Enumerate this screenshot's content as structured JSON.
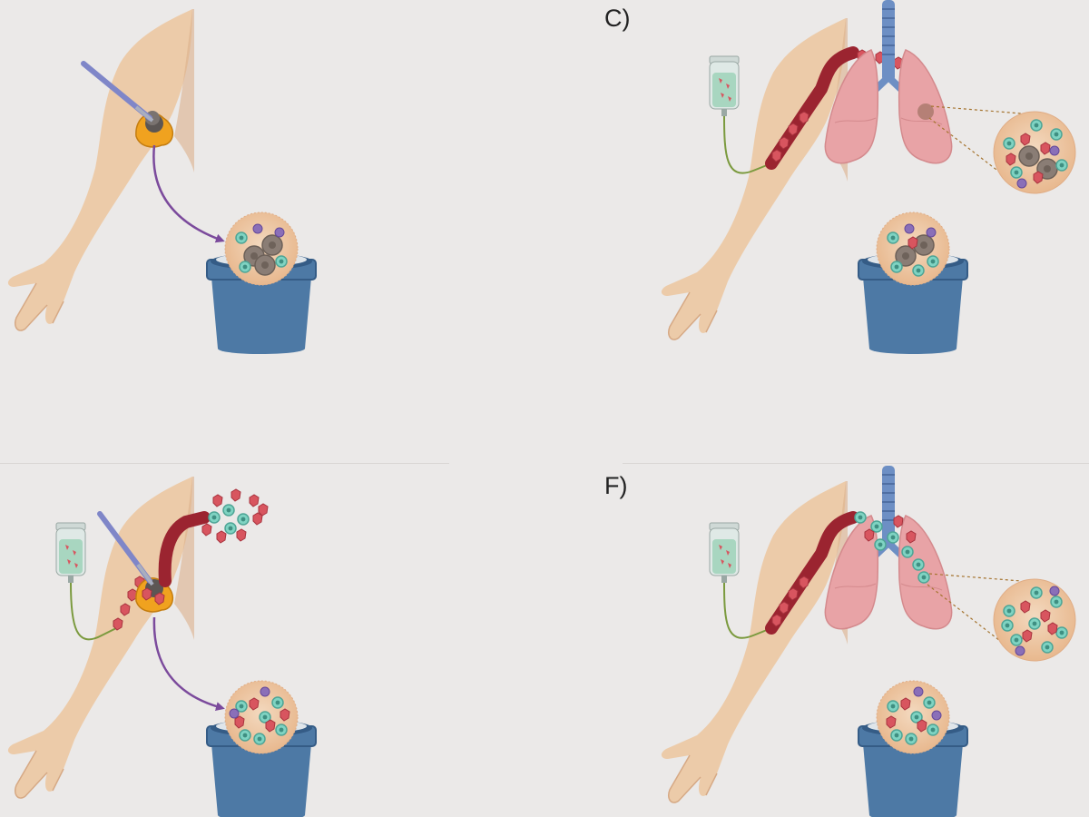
{
  "panels": {
    "c": {
      "label": "C)"
    },
    "f": {
      "label": "F)"
    }
  },
  "colors": {
    "background": "#ebe9e8",
    "skin": "#eccba9",
    "skin_shadow": "#dcb18c",
    "pot": "#4d79a5",
    "pot_dark": "#355c86",
    "arrow": "#7b4a9c",
    "vein": "#9b2430",
    "lung": "#e8a3a6",
    "trachea": "#6d8fc4",
    "tumor": "#8a7d75",
    "t_cell": "#7fd3c2",
    "red_cell": "#d8555f",
    "iv_fluid": "#a8d6c0",
    "tube": "#7b9a3e"
  },
  "icons": [
    "arm",
    "scalpel",
    "tumor",
    "arrow",
    "flower-pot",
    "organoid",
    "iv-bag",
    "blood-vessel",
    "lungs",
    "trachea",
    "immune-cells",
    "zoom-inset"
  ]
}
